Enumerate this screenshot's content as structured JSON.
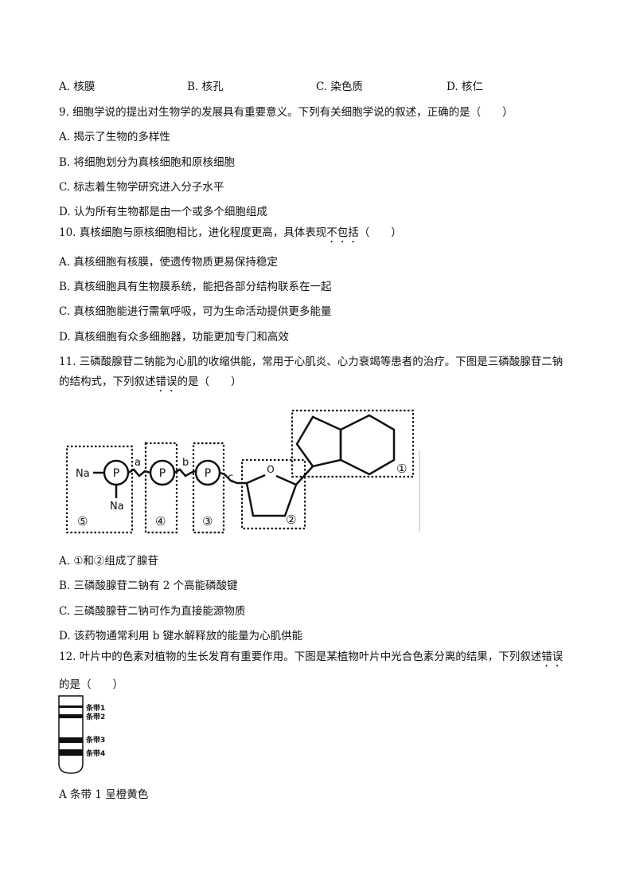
{
  "q8_options": [
    "A. 核膜",
    "B. 核孔",
    "C. 染色质",
    "D. 核仁"
  ],
  "q9": {
    "stem": "9. 细胞学说的提出对生物学的发展具有重要意义。下列有关细胞学说的叙述，正确的是（　　）",
    "options": [
      "A. 揭示了生物的多样性",
      "B. 将细胞划分为真核细胞和原核细胞",
      "C. 标志着生物学研究进入分子水平",
      "D. 认为所有生物都是由一个或多个细胞组成"
    ]
  },
  "q10": {
    "stem_pre": "10. 真核细胞与原核细胞相比，进化程度更高，具体表现",
    "stem_emph": "不包括",
    "stem_post": "（　　）",
    "options": [
      "A. 真核细胞有核膜，使遗传物质更易保持稳定",
      "B. 真核细胞具有生物膜系统，能把各部分结构联系在一起",
      "C. 真核细胞能进行需氧呼吸，可为生命活动提供更多能量",
      "D. 真核细胞有众多细胞器，功能更加专门和高效"
    ]
  },
  "q11": {
    "stem_line1": "11. 三磷酸腺苷二钠能为心肌的收缩供能，常用于心肌炎、心力衰竭等患者的治疗。下图是三磷酸腺苷二钠",
    "stem_line2_pre": "的结构式，下列叙述",
    "stem_line2_emph": "错误",
    "stem_line2_post": "的是（　　）",
    "figure": {
      "na_top": "Na",
      "na_bottom": "Na",
      "p": "P",
      "o": "O",
      "bond_a": "a",
      "bond_b": "b",
      "bond_c": "c",
      "label_1": "①",
      "label_2": "②",
      "label_3": "③",
      "label_4": "④",
      "label_5": "⑤"
    },
    "options": [
      "A. ①和②组成了腺苷",
      "B. 三磷酸腺苷二钠有 2 个高能磷酸键",
      "C. 三磷酸腺苷二钠可作为直接能源物质",
      "D. 该药物通常利用 b 键水解释放的能量为心肌供能"
    ]
  },
  "q12": {
    "stem_line1_pre": "12. 叶片中的色素对植物的生长发育有重要作用。下图是某植物叶片中光合色素分离的结果，下列叙述",
    "stem_line1_emph": "错误",
    "stem_line2": "的是（　　）",
    "bands": [
      "条带1",
      "条带2",
      "条带3",
      "条带4"
    ],
    "option_a": "A  条带 1 呈橙黄色"
  }
}
